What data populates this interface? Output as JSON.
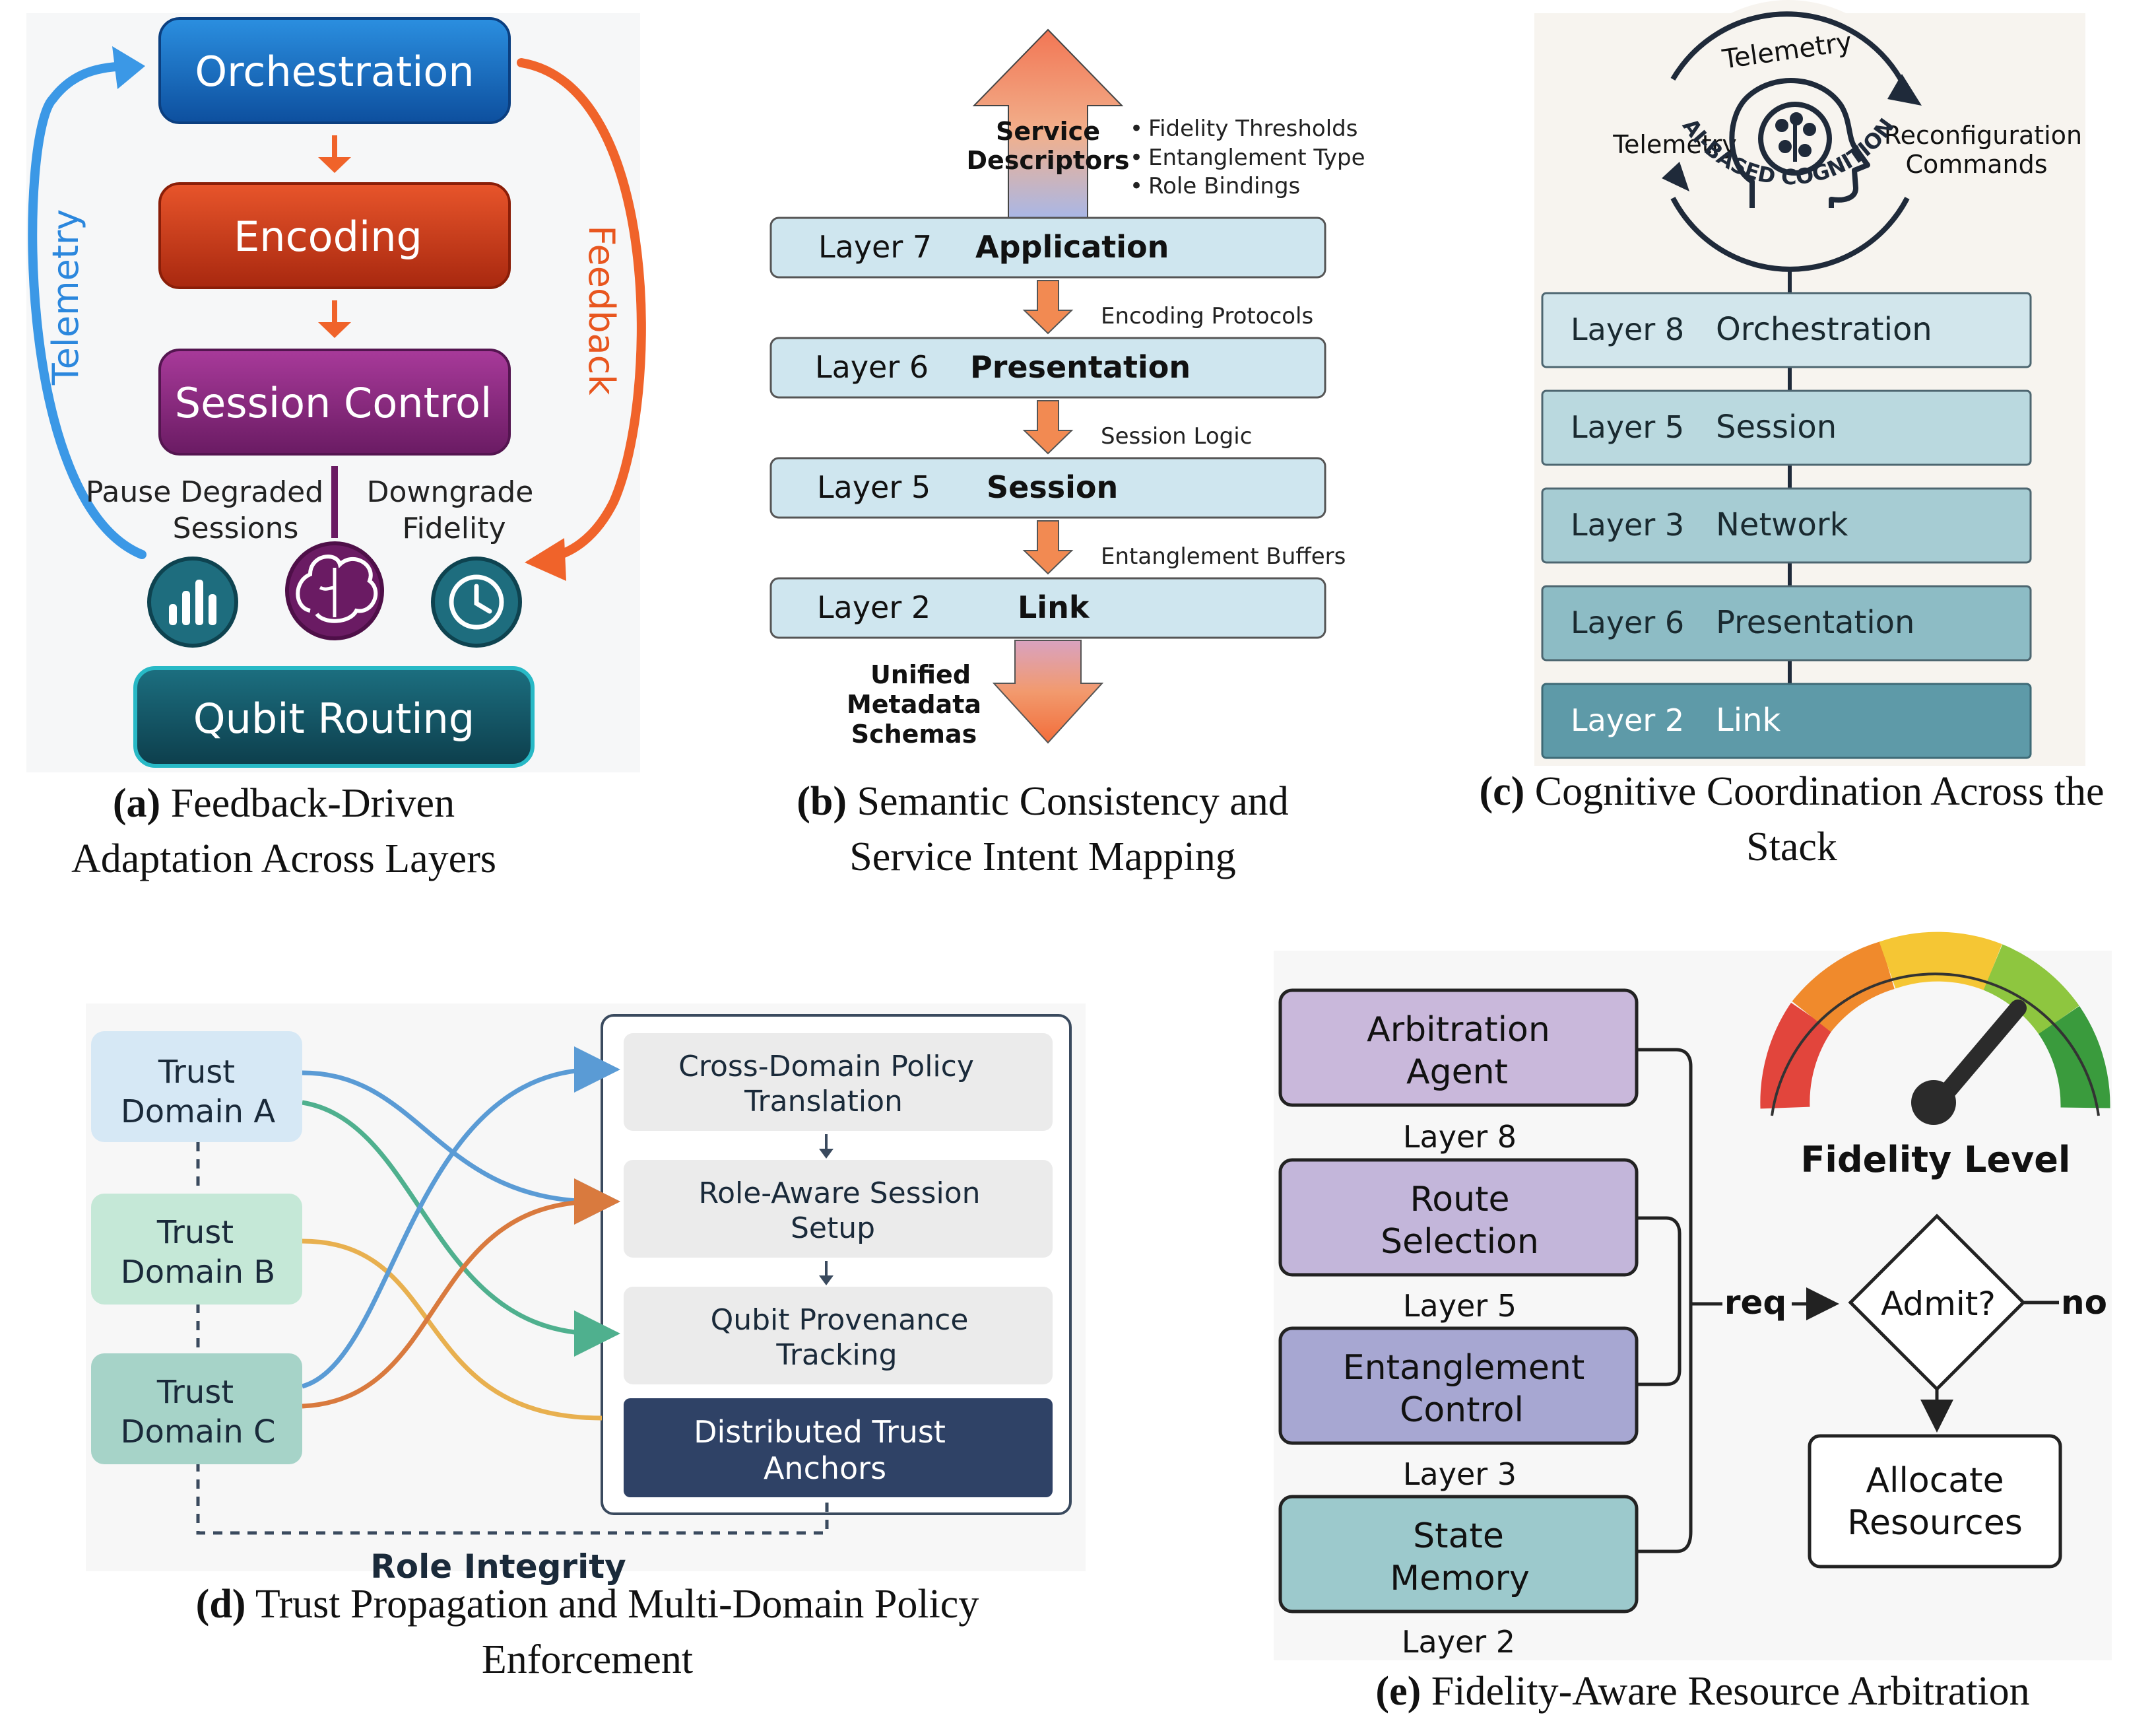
{
  "panel_a": {
    "caption_tag": "(a)",
    "caption_text": "Feedback-Driven Adaptation Across Layers",
    "orchestration": "Orchestration",
    "encoding": "Encoding",
    "session_control": "Session Control",
    "qubit_routing": "Qubit Routing",
    "telemetry": "Telemetry",
    "feedback": "Feedback",
    "pause_line1": "Pause Degraded",
    "pause_line2": "Sessions",
    "downgrade_line1": "Downgrade",
    "downgrade_line2": "Fidelity"
  },
  "panel_b": {
    "caption_tag": "(b)",
    "caption_text_line1": "Semantic Consistency and",
    "caption_text_line2": "Service Intent Mapping",
    "service_line1": "Service",
    "service_line2": "Descriptors",
    "bullets": [
      "Fidelity Thresholds",
      "Entanglement Type",
      "Role Bindings"
    ],
    "layers": [
      {
        "num": "Layer 7",
        "name": "Application"
      },
      {
        "num": "Layer 6",
        "name": "Presentation"
      },
      {
        "num": "Layer 5",
        "name": "Session"
      },
      {
        "num": "Layer 2",
        "name": "Link"
      }
    ],
    "connectors": [
      "Encoding Protocols",
      "Session Logic",
      "Entanglement Buffers"
    ],
    "unified_line1": "Unified",
    "unified_line2": "Metadata",
    "unified_line3": "Schemas"
  },
  "panel_c": {
    "caption_tag": "(c)",
    "caption_text_line1": "Cognitive Coordination Across the",
    "caption_text_line2": "Stack",
    "telemetry_top": "Telemetry",
    "telemetry_left": "Telemetry",
    "reconfig_line1": "Reconfiguration",
    "reconfig_line2": "Commands",
    "ring_text": "AI-BASED COGNITION",
    "layers": [
      {
        "num": "Layer 8",
        "name": "Orchestration"
      },
      {
        "num": "Layer 5",
        "name": "Session"
      },
      {
        "num": "Layer 3",
        "name": "Network"
      },
      {
        "num": "Layer 6",
        "name": "Presentation"
      },
      {
        "num": "Layer 2",
        "name": "Link"
      }
    ],
    "colors": [
      "#d2e6ec",
      "#bad9df",
      "#a6ccd3",
      "#8dbcc5",
      "#5e9aa8"
    ]
  },
  "panel_d": {
    "caption_tag": "(d)",
    "caption_text_line1": "Trust Propagation and Multi-Domain Policy",
    "caption_text_line2": "Enforcement",
    "role_integrity": "Role Integrity",
    "domains": [
      {
        "line1": "Trust",
        "line2": "Domain A",
        "color": "#d6e8f5"
      },
      {
        "line1": "Trust",
        "line2": "Domain B",
        "color": "#c5e8d7"
      },
      {
        "line1": "Trust",
        "line2": "Domain C",
        "color": "#a6d3c8"
      }
    ],
    "boxes": [
      {
        "line1": "Cross-Domain Policy",
        "line2": "Translation"
      },
      {
        "line1": "Role-Aware Session",
        "line2": "Setup"
      },
      {
        "line1": "Qubit Provenance",
        "line2": "Tracking"
      },
      {
        "line1": "Distributed Trust",
        "line2": "Anchors"
      }
    ],
    "flow_colors": {
      "blue": "#5a9bd5",
      "green": "#4fb08e",
      "gold": "#e8b04f",
      "orange": "#d97a3e"
    }
  },
  "panel_e": {
    "caption_tag": "(e)",
    "caption_text": "Fidelity-Aware Resource Arbitration",
    "agents": [
      {
        "line1": "Arbitration",
        "line2": "Agent",
        "layer": "Layer 8",
        "color": "#c9b8db"
      },
      {
        "line1": "Route",
        "line2": "Selection",
        "layer": "Layer 5",
        "color": "#c3b6da"
      },
      {
        "line1": "Entanglement",
        "line2": "Control",
        "layer": "Layer 3",
        "color": "#a7a7d2"
      },
      {
        "line1": "State",
        "line2": "Memory",
        "layer": "Layer 2",
        "color": "#9cc9cc"
      }
    ],
    "fidelity_level": "Fidelity Level",
    "req": "req",
    "admit": "Admit?",
    "no": "no",
    "allocate_line1": "Allocate",
    "allocate_line2": "Resources",
    "gauge_colors": [
      "#e2453c",
      "#f08a2c",
      "#f5c634",
      "#8ec63f",
      "#3a9b3d"
    ]
  }
}
